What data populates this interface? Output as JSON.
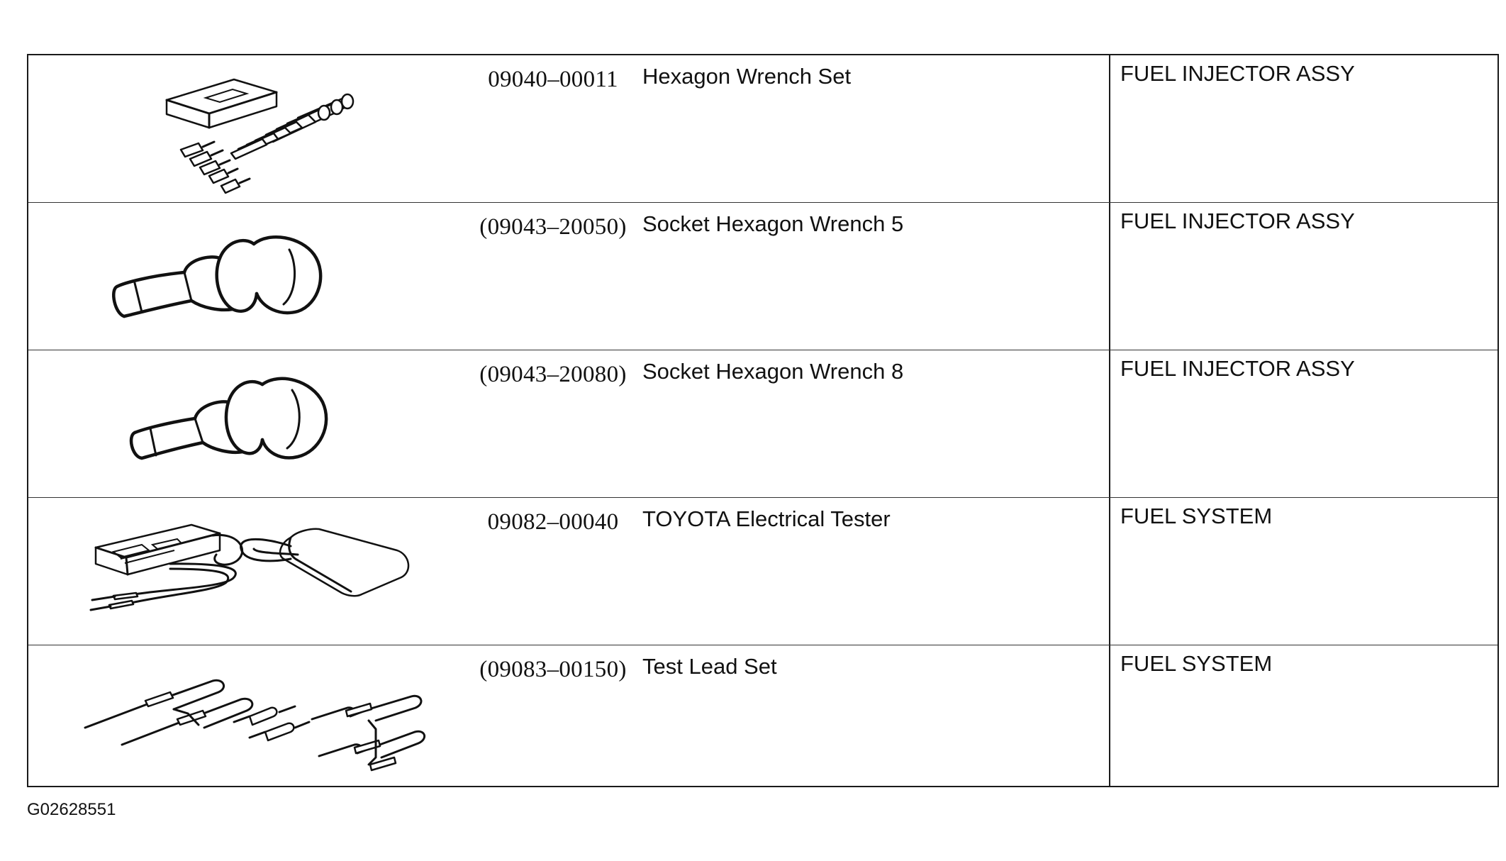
{
  "tools": [
    {
      "part_number": "09040–00011",
      "name": "Hexagon Wrench Set",
      "application": "FUEL INJECTOR ASSY",
      "icon": "hexagon-wrench-set-illustration"
    },
    {
      "part_number": "(09043–20050)",
      "name": "Socket Hexagon Wrench 5",
      "application": "FUEL INJECTOR ASSY",
      "icon": "socket-hexagon-wrench-illustration"
    },
    {
      "part_number": "(09043–20080)",
      "name": "Socket Hexagon Wrench 8",
      "application": "FUEL INJECTOR ASSY",
      "icon": "socket-hexagon-wrench-illustration"
    },
    {
      "part_number": "09082–00040",
      "name": "TOYOTA Electrical Tester",
      "application": "FUEL SYSTEM",
      "icon": "electrical-tester-illustration"
    },
    {
      "part_number": "(09083–00150)",
      "name": "Test Lead Set",
      "application": "FUEL SYSTEM",
      "icon": "test-lead-set-illustration"
    }
  ],
  "figure_id": "G02628551"
}
